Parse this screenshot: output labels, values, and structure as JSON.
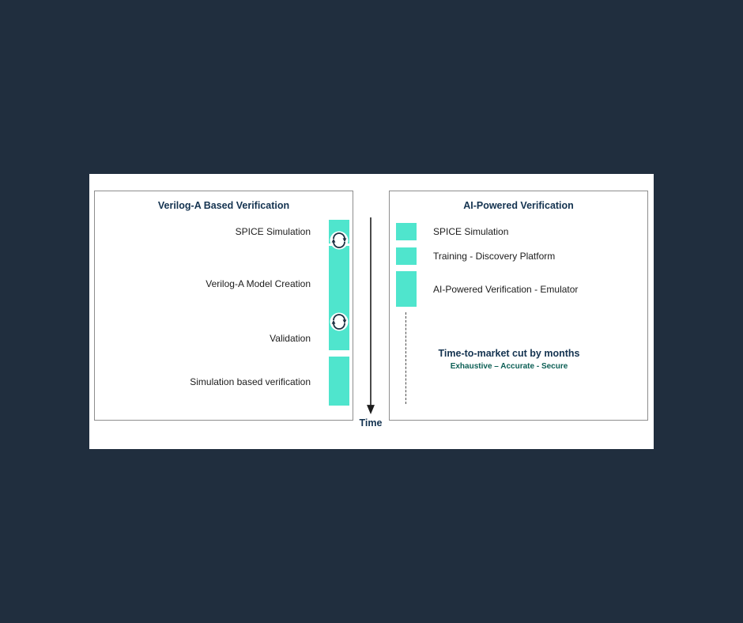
{
  "colors": {
    "page_bg": "#202e3e",
    "canvas_bg": "#ffffff",
    "panel_border": "#8e8e8e",
    "bar_fill": "#4fe5cd",
    "heading_text": "#143350",
    "label_text": "#1c1c1c",
    "benefit_title_text": "#143350",
    "benefit_subtitle_text": "#0c5f55",
    "axis_color": "#1c1c1c",
    "loop_icon_color": "#1d3042",
    "dashed_line_color": "#4a4a4a"
  },
  "left_panel": {
    "title": "Verilog-A Based Verification",
    "steps": [
      {
        "label": "SPICE Simulation"
      },
      {
        "label": "Verilog-A Model Creation"
      },
      {
        "label": "Validation"
      },
      {
        "label": "Simulation based verification"
      }
    ]
  },
  "right_panel": {
    "title": "AI-Powered Verification",
    "steps": [
      {
        "label": "SPICE Simulation"
      },
      {
        "label": "Training - Discovery Platform"
      },
      {
        "label": "AI-Powered Verification - Emulator"
      }
    ],
    "benefit": {
      "title": "Time-to-market cut by months",
      "subtitle": "Exhaustive – Accurate - Secure"
    }
  },
  "timeline": {
    "label": "Time"
  }
}
